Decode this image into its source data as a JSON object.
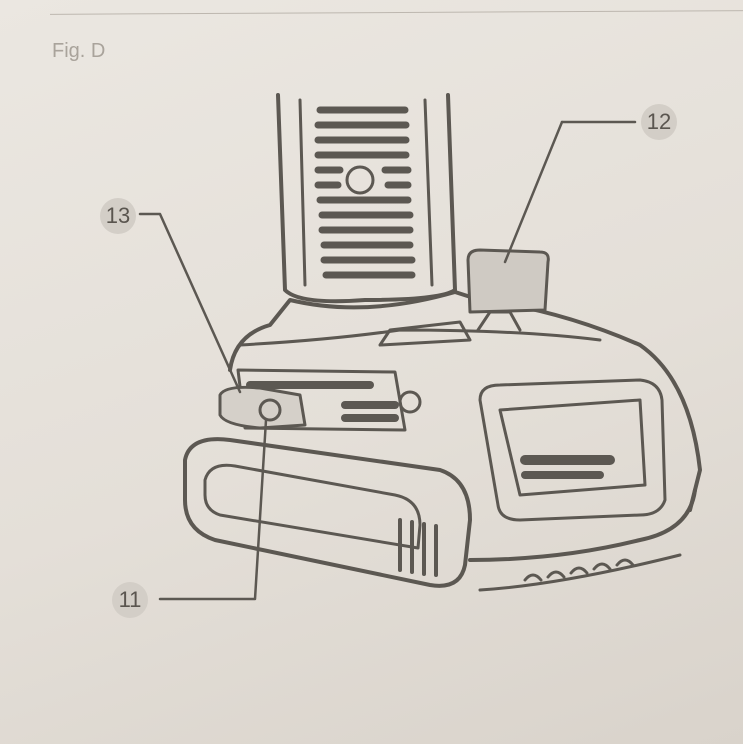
{
  "figure": {
    "label": "Fig. D"
  },
  "callouts": [
    {
      "number": "12"
    },
    {
      "number": "13"
    },
    {
      "number": "11"
    }
  ],
  "colors": {
    "paper": "#e6e1da",
    "ink": "#5c5852",
    "callout_bg": "#d3cec7"
  }
}
